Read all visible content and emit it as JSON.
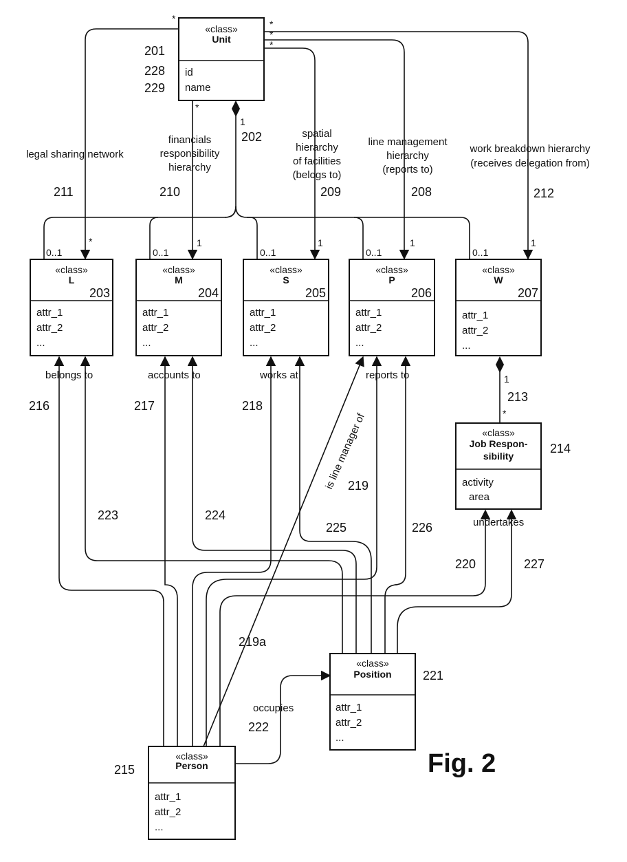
{
  "figure": {
    "title": "Fig. 2"
  },
  "classes": {
    "unit": {
      "stereotype": "«class»",
      "name": "Unit",
      "attrs": [
        "id",
        "name"
      ],
      "ref": "201",
      "attr_refs": [
        "228",
        "229"
      ]
    },
    "l": {
      "stereotype": "«class»",
      "name": "L",
      "attrs": [
        "attr_1",
        "attr_2",
        "..."
      ],
      "ref": "203"
    },
    "m": {
      "stereotype": "«class»",
      "name": "M",
      "attrs": [
        "attr_1",
        "attr_2",
        "..."
      ],
      "ref": "204"
    },
    "s": {
      "stereotype": "«class»",
      "name": "S",
      "attrs": [
        "attr_1",
        "attr_2",
        "..."
      ],
      "ref": "205"
    },
    "p": {
      "stereotype": "«class»",
      "name": "P",
      "attrs": [
        "attr_1",
        "attr_2",
        "..."
      ],
      "ref": "206"
    },
    "w": {
      "stereotype": "«class»",
      "name": "W",
      "attrs": [
        "attr_1",
        "attr_2",
        "..."
      ],
      "ref": "207"
    },
    "job": {
      "stereotype": "«class»",
      "name_lines": [
        "Job Respon-",
        "sibility"
      ],
      "attrs": [
        "activity",
        "area"
      ],
      "ref": "214"
    },
    "person": {
      "stereotype": "«class»",
      "name": "Person",
      "attrs": [
        "attr_1",
        "attr_2",
        "..."
      ],
      "ref": "215"
    },
    "position": {
      "stereotype": "«class»",
      "name": "Position",
      "attrs": [
        "attr_1",
        "attr_2",
        "..."
      ],
      "ref": "221"
    }
  },
  "hierarchies": {
    "legal": {
      "lines": [
        "legal sharing network"
      ],
      "ref": "211"
    },
    "financials": {
      "lines": [
        "financials",
        "responsibility",
        "hierarchy"
      ],
      "ref": "210"
    },
    "spatial": {
      "lines": [
        "spatial",
        "hierarchy",
        "of facilities",
        "(belogs to)"
      ],
      "ref": "209"
    },
    "line_mgmt": {
      "lines": [
        "line management",
        "hierarchy",
        "(reports to)"
      ],
      "ref": "208"
    },
    "work": {
      "lines": [
        "work breakdown hierarchy",
        "(receives delegation from)"
      ],
      "ref": "212"
    },
    "composition_ref": "202"
  },
  "multiplicities": {
    "star": "*",
    "one": "1",
    "zero_one": "0..1"
  },
  "associations": {
    "belongs_to": "belongs to",
    "accounts_to": "accounts to",
    "works_at": "works at",
    "reports_to": "reports to",
    "is_line_manager_of": "is line manager of",
    "undertakes": "undertakes",
    "occupies": "occupies"
  },
  "refs": {
    "r213": "213",
    "r216": "216",
    "r217": "217",
    "r218": "218",
    "r219": "219",
    "r219a": "219a",
    "r220": "220",
    "r222": "222",
    "r223": "223",
    "r224": "224",
    "r225": "225",
    "r226": "226",
    "r227": "227"
  }
}
